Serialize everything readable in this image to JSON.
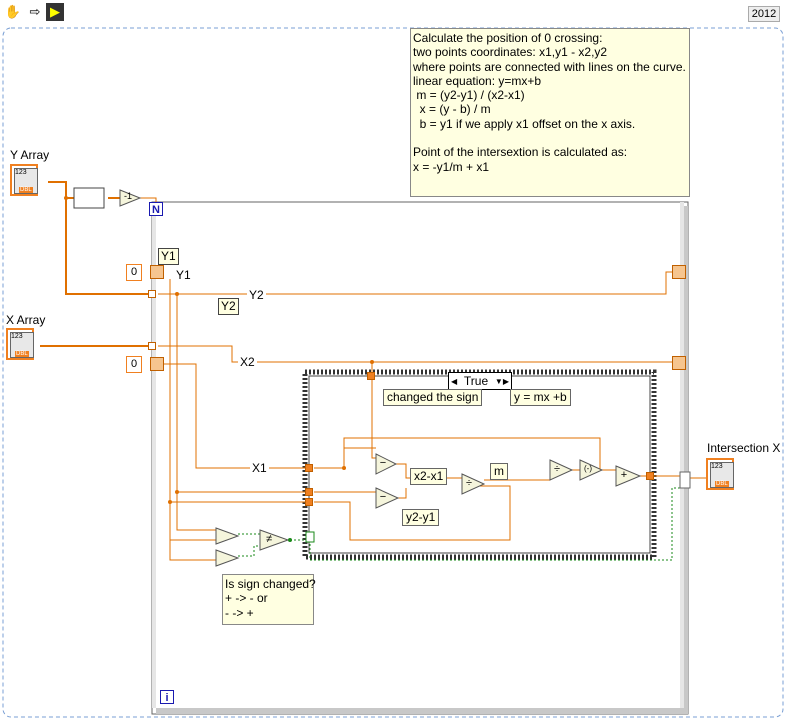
{
  "toolbar": {
    "year": "2012"
  },
  "comment_top": "Calculate the position of 0 crossing:\ntwo points coordinates: x1,y1 - x2,y2\nwhere points are connected with lines on the curve.\nlinear equation: y=mx+b\n m = (y2-y1) / (x2-x1)\n  x = (y - b) / m\n  b = y1 if we apply x1 offset on the x axis.\n\nPoint of the intersextion is calculated as:\nx = -y1/m + x1",
  "comment_sign": "Is sign changed?\n+ -> - or\n- -> +",
  "controls": {
    "y_array": "Y Array",
    "x_array": "X Array",
    "intersection_x": "Intersection X",
    "ctrl_text": "123",
    "dbl": "DBL"
  },
  "constants": {
    "y_init": "0",
    "x_init": "0"
  },
  "loop": {
    "n": "N",
    "i": "i"
  },
  "labels": {
    "y1_box": "Y1",
    "y1_wire": "Y1",
    "y2_box": "Y2",
    "y2_wire": "Y2",
    "x2_wire": "X2",
    "x1_wire": "X1"
  },
  "case": {
    "selector": "True",
    "changed_sign": "changed the sign",
    "equation": "y = mx +b",
    "x2_x1": "x2-x1",
    "y2_y1": "y2-y1",
    "m": "m"
  },
  "operators": {
    "subtract": "−",
    "divide": "÷",
    "negate": "(-)",
    "add": "+",
    "not_equal": "≠",
    "decrement": "-1"
  }
}
